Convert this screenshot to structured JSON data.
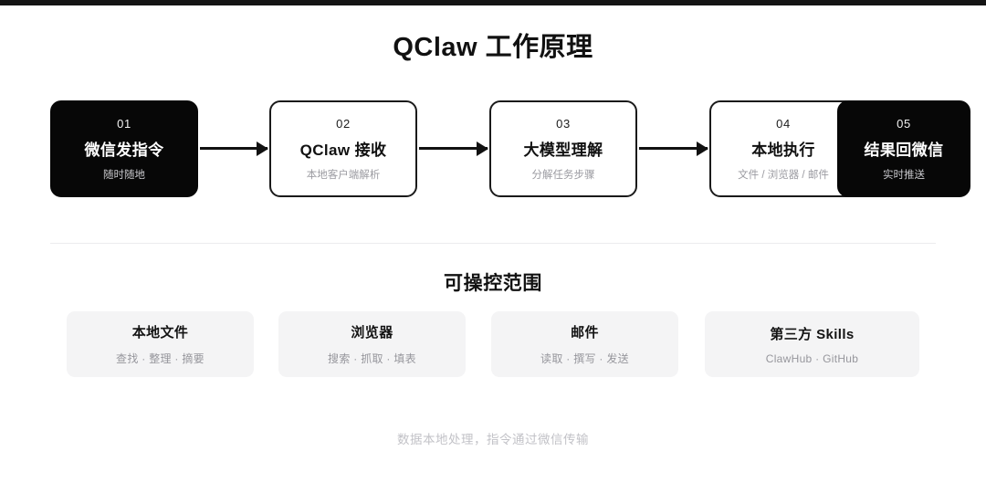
{
  "colors": {
    "accent_dark": "#070707",
    "card_bg": "#f4f4f5",
    "divider": "#ececee",
    "muted_text": "#9b9ba1",
    "footer_text": "#c2c2c7",
    "top_bar": "#141414"
  },
  "header": {
    "title": "QClaw 工作原理"
  },
  "flow": {
    "steps": [
      {
        "num": "01",
        "title": "微信发指令",
        "sub": "随时随地",
        "variant": "dark"
      },
      {
        "num": "02",
        "title": "QClaw 接收",
        "sub": "本地客户端解析",
        "variant": "light"
      },
      {
        "num": "03",
        "title": "大模型理解",
        "sub": "分解任务步骤",
        "variant": "light"
      },
      {
        "num": "04",
        "title": "本地执行",
        "sub": "文件 / 浏览器 / 邮件",
        "variant": "light"
      },
      {
        "num": "05",
        "title": "结果回微信",
        "sub": "实时推送",
        "variant": "dark"
      }
    ]
  },
  "capabilities": {
    "section_title": "可操控范围",
    "cards": [
      {
        "title": "本地文件",
        "sub": "查找 · 整理 · 摘要"
      },
      {
        "title": "浏览器",
        "sub": "搜索 · 抓取 · 填表"
      },
      {
        "title": "邮件",
        "sub": "读取 · 撰写 · 发送"
      },
      {
        "title": "第三方 Skills",
        "sub": "ClawHub · GitHub"
      }
    ]
  },
  "footer": {
    "note": "数据本地处理，指令通过微信传输"
  }
}
